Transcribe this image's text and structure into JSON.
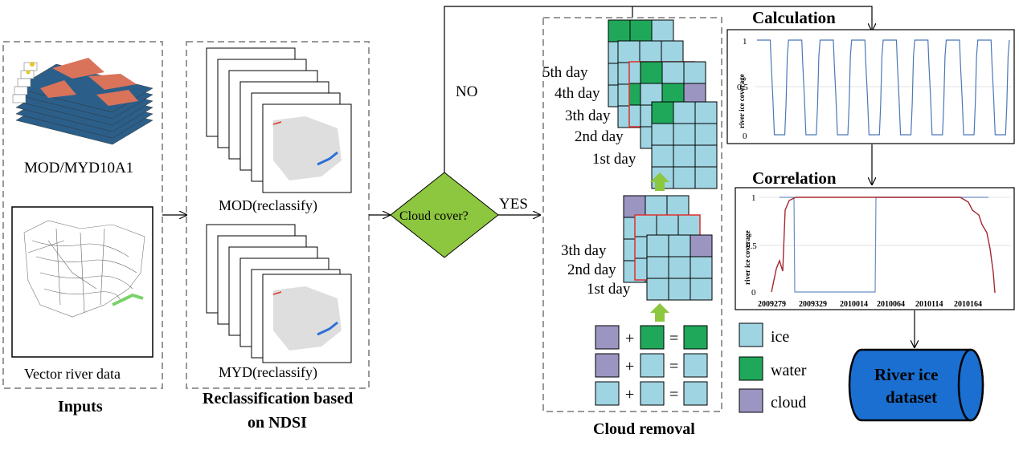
{
  "inputs": {
    "title": "Inputs",
    "modis_label": "MOD/MYD10A1",
    "vector_label": "Vector river data"
  },
  "reclass": {
    "title_line1": "Reclassification based",
    "title_line2": "on NDSI",
    "mod_label": "MOD(reclassify)",
    "myd_label": "MYD(reclassify)"
  },
  "decision": {
    "label": "Cloud cover?",
    "yes": "YES",
    "no": "NO"
  },
  "cloud_removal": {
    "title": "Cloud removal",
    "upper_days": [
      "5th day",
      "4th day",
      "3th day",
      "2nd day",
      "1st day"
    ],
    "lower_days": [
      "3th day",
      "2nd day",
      "1st day"
    ],
    "plus": "+",
    "equals": "="
  },
  "legend": {
    "ice": "ice",
    "water": "water",
    "cloud": "cloud",
    "ice_color": "#9fd4e2",
    "water_color": "#1fa85a",
    "cloud_color": "#9b95c2"
  },
  "calculation": {
    "title": "Calculation",
    "ylabel": "river ice coverage",
    "yticks": [
      "1",
      "0.5",
      "0"
    ]
  },
  "correlation": {
    "title": "Correlation",
    "ylabel": "river ice coverage",
    "yticks": [
      "1",
      "0.5",
      "0"
    ],
    "xticks": [
      "2009279",
      "2009329",
      "2010014",
      "2010064",
      "2010114",
      "2010164"
    ]
  },
  "dataset": {
    "line1": "River ice",
    "line2": "dataset",
    "fill": "#1a6fd1"
  },
  "colors": {
    "decision_fill": "#8dc63f",
    "arrow_green": "#8dc63f",
    "red_border": "#e0302a",
    "calc_line": "#4a78b8",
    "corr_red": "#a3282e",
    "corr_blue": "#6a8ec4"
  }
}
